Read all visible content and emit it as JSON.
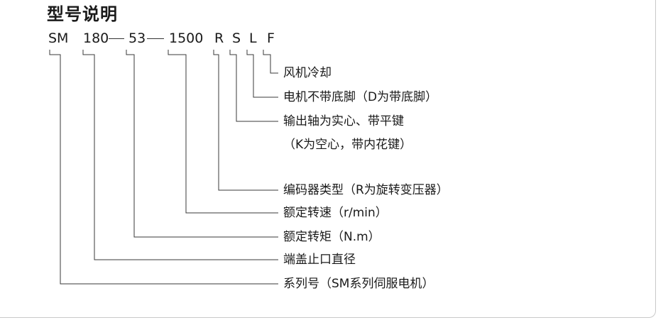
{
  "title": "型号说明",
  "model_code": {
    "series": "SM",
    "flange": "180",
    "torque": "53",
    "speed": "1500",
    "encoder": "R",
    "shaft": "S",
    "base": "L",
    "cooling": "F"
  },
  "descriptions": {
    "cooling": "风机冷却",
    "base": "电机不带底脚（D为带底脚）",
    "shaft_line1": "输出轴为实心、带平键",
    "shaft_line2": "（K为空心，带内花键）",
    "encoder": "编码器类型（R为旋转变压器）",
    "speed": "额定转速（r/min）",
    "torque": "额定转矩（N.m）",
    "flange": "端盖止口直径",
    "series": "系列号（SM系列伺服电机）"
  }
}
